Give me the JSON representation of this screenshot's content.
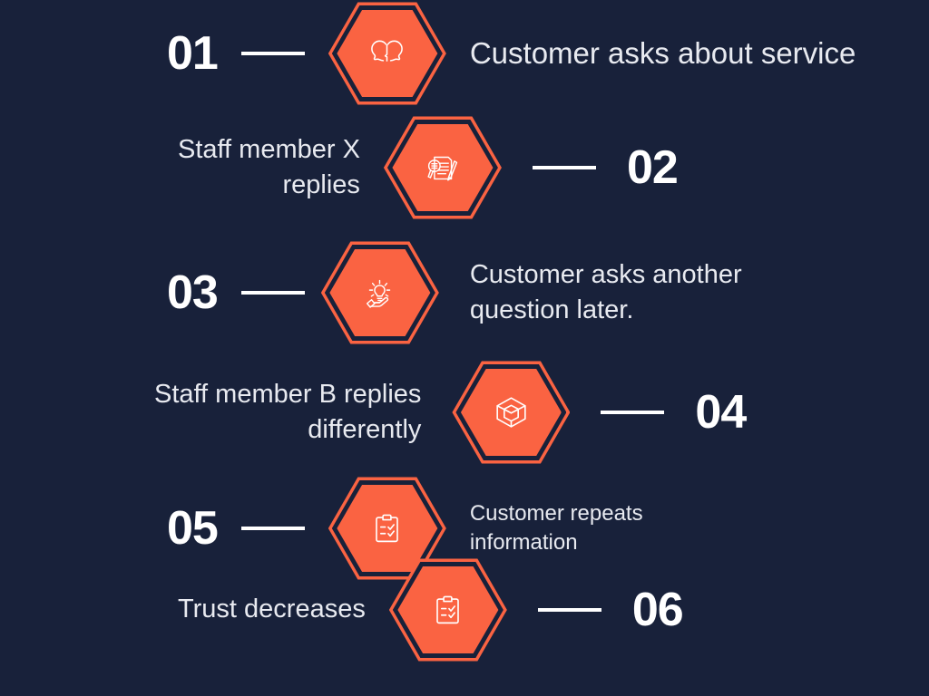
{
  "theme": {
    "background": "#18213a",
    "accent": "#fa6342",
    "text": "#e8eaf0",
    "number_color": "#ffffff"
  },
  "steps": [
    {
      "number": "01",
      "caption": "Customer asks about service",
      "icon": "two-heads-conversation-icon",
      "layout": "number-left"
    },
    {
      "number": "02",
      "caption": "Staff member X\nreplies",
      "icon": "document-magnifier-pen-icon",
      "layout": "number-right"
    },
    {
      "number": "03",
      "caption": "Customer asks another\nquestion later.",
      "icon": "hand-lightbulb-icon",
      "layout": "number-left"
    },
    {
      "number": "04",
      "caption": "Staff member B replies\ndifferently",
      "icon": "open-cube-box-icon",
      "layout": "number-right"
    },
    {
      "number": "05",
      "caption": "Customer repeats\ninformation",
      "icon": "clipboard-checklist-icon",
      "layout": "number-left"
    },
    {
      "number": "06",
      "caption": "Trust decreases",
      "icon": "clipboard-checklist-icon",
      "layout": "number-right"
    }
  ]
}
